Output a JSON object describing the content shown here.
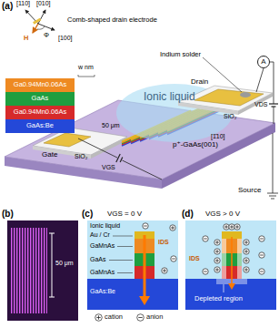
{
  "diagram": {
    "nodes": [
      {
        "text": [
          "Ga0.94Mn0.06As"
        ]
      },
      {
        "text": [
          "GaAs"
        ]
      },
      {
        "text": [
          "Ga0.94Mn0.06As"
        ]
      },
      {
        "text": [
          "GaAs:Be"
        ]
      },
      {
        "text": [
          "A"
        ]
      }
    ],
    "labels": [
      "(a)",
      "[110]",
      "[010]",
      "Comb-shaped drain electrode",
      "[100]",
      "Φ",
      "H",
      "Indium solder",
      "w nm",
      "Drain",
      "SiO₂",
      "Ionic liquid",
      "VDS",
      "50 μm",
      "[1̄10]",
      "VGS",
      "Gate",
      "SiO₂",
      "p⁺-GaAs(001)",
      "Source",
      "(b)",
      "50 μm",
      "(c)",
      "VGS = 0 V",
      "Ionic liquid",
      "Au / Cr",
      "GaMnAs",
      "GaAs",
      "GaMnAs",
      "GaAs:Be",
      "IDS",
      "(d)",
      "VGS > 0 V",
      "Depleted region",
      "IDS"
    ],
    "legend": [
      {
        "text": "cation"
      },
      {
        "text": "anion"
      }
    ]
  }
}
